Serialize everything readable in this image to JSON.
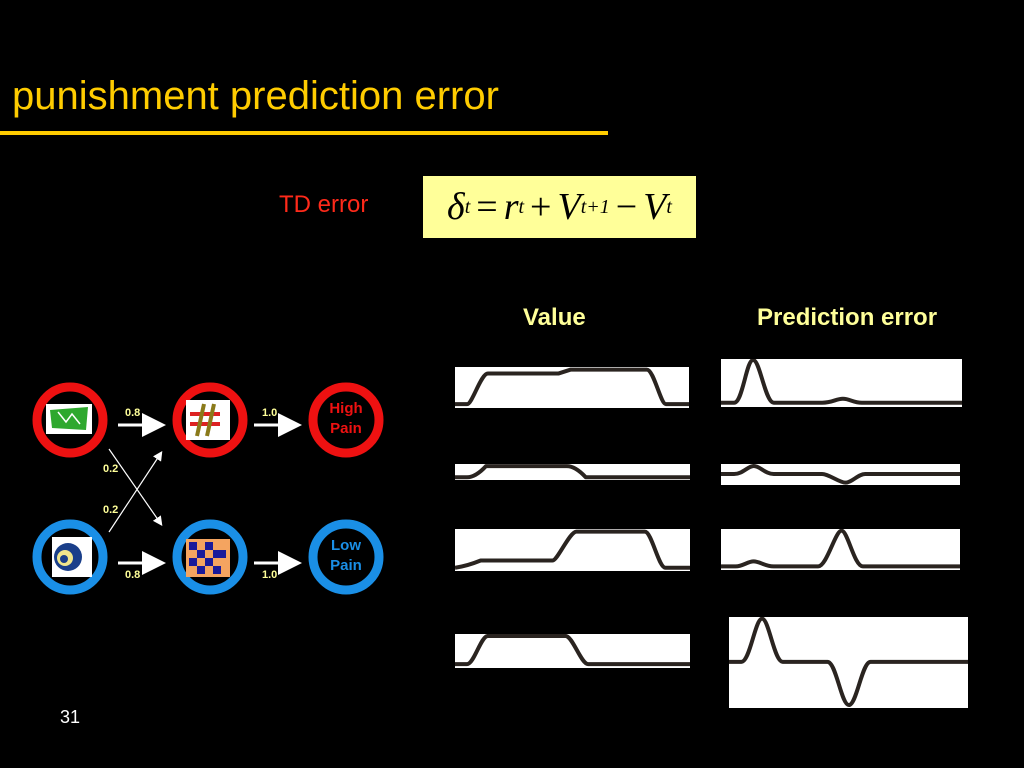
{
  "title": "punishment prediction error",
  "td_label": "TD error",
  "formula": {
    "delta": "δ",
    "t": "t",
    "eq": "=",
    "r": "r",
    "plus": "+",
    "V": "V",
    "tp1": "t+1",
    "minus": "−"
  },
  "headers": {
    "value": "Value",
    "prediction_error": "Prediction error"
  },
  "diagram": {
    "high_pain": [
      "High",
      "Pain"
    ],
    "low_pain": [
      "Low",
      "Pain"
    ],
    "p_top": "0.8",
    "p_bottom": "0.8",
    "p_cross_1": "0.2",
    "p_cross_2": "0.2",
    "p_out_top": "1.0",
    "p_out_bottom": "1.0",
    "colors": {
      "high": "#ee1111",
      "low": "#1a8fe6"
    }
  },
  "page_number": "31"
}
